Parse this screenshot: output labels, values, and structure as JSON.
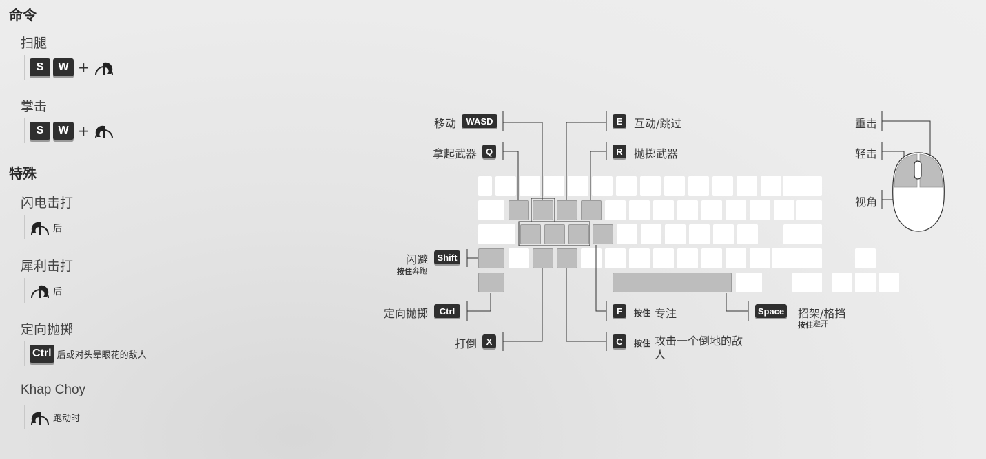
{
  "sections": {
    "commands": "命令",
    "special": "特殊"
  },
  "commands": [
    {
      "name": "扫腿",
      "keys": [
        "S",
        "W"
      ],
      "plus": "+"
    },
    {
      "name": "掌击",
      "keys": [
        "S",
        "W"
      ],
      "plus": "+"
    }
  ],
  "special": [
    {
      "name": "闪电击打",
      "hint": "后"
    },
    {
      "name": "犀利击打",
      "hint": "后"
    },
    {
      "name": "定向抛掷",
      "key": "Ctrl",
      "hint": "后或对头晕眼花的敌人"
    },
    {
      "name": "Khap Choy",
      "hint": "跑动时"
    }
  ],
  "keyboard": {
    "move": {
      "label": "移动",
      "key": "WASD"
    },
    "pickup": {
      "label": "拿起武器",
      "key": "Q"
    },
    "interact": {
      "key": "E",
      "label": "互动/跳过"
    },
    "throw": {
      "key": "R",
      "label": "抛掷武器"
    },
    "dodge": {
      "label": "闪避",
      "key": "Shift",
      "hold": "按住",
      "hold_action": "奔跑"
    },
    "directed_throw": {
      "label": "定向抛掷",
      "key": "Ctrl"
    },
    "knockdown": {
      "label": "打倒",
      "key": "X"
    },
    "focus": {
      "key": "F",
      "hold": "按住",
      "label": "专注"
    },
    "attack_down": {
      "key": "C",
      "hold": "按住",
      "label": "攻击一个倒地的敌人"
    },
    "parry": {
      "key": "Space",
      "label": "招架/格挡",
      "hold": "按住",
      "hold_action": "避开"
    }
  },
  "mouse": {
    "heavy": "重击",
    "light": "轻击",
    "view": "视角"
  }
}
